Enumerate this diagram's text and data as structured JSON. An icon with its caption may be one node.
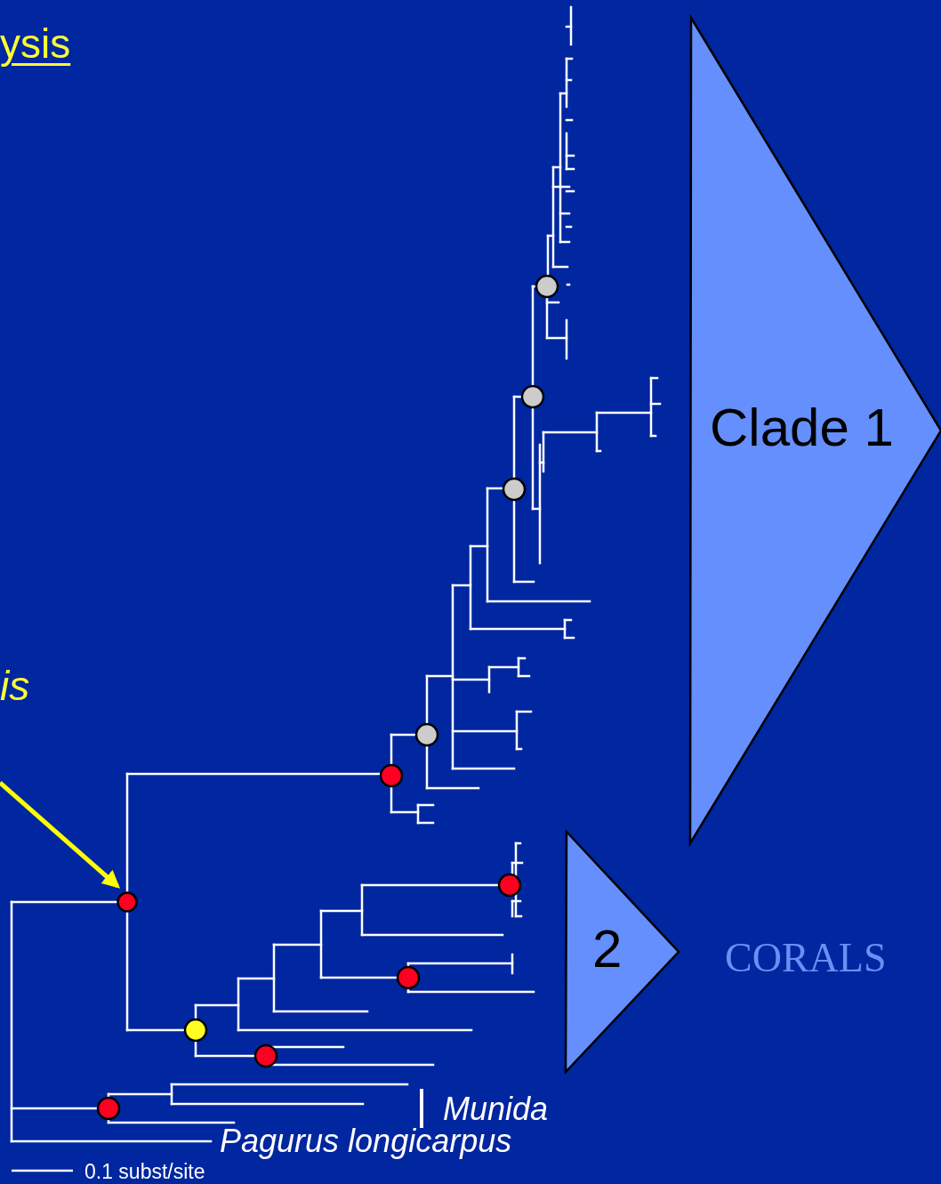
{
  "diagram": {
    "title": "ysis",
    "nodes": [
      {
        "text": [
          "is"
        ]
      },
      {
        "text": [],
        "shape": "circle"
      },
      {
        "text": [
          "Clade 1"
        ]
      },
      {
        "text": [
          "2"
        ]
      }
    ],
    "edges": [
      {
        "from": 0,
        "to": 1,
        "arrow": "to",
        "color": "#ffff00"
      }
    ],
    "labels": [
      "CORALS",
      "Munida",
      "Pagurus longicarpus",
      "0.1 subst/site"
    ]
  }
}
